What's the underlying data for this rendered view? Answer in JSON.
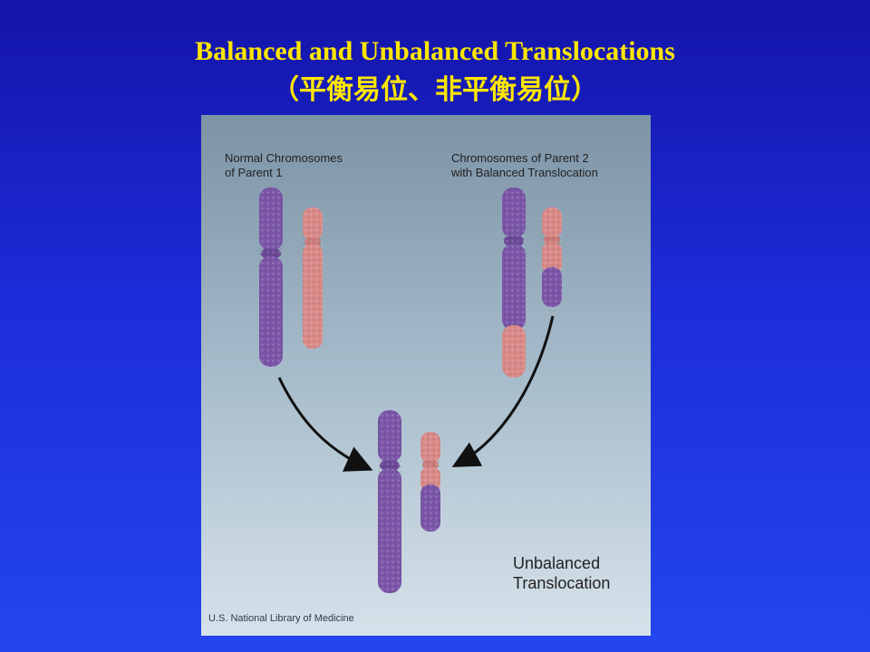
{
  "slide": {
    "title": "Balanced and Unbalanced Translocations",
    "subtitle": "（平衡易位、非平衡易位）"
  },
  "figure": {
    "label_parent1_line1": "Normal Chromosomes",
    "label_parent1_line2": "of Parent 1",
    "label_parent2_line1": "Chromosomes of Parent 2",
    "label_parent2_line2": "with Balanced Translocation",
    "label_result_line1": "Unbalanced",
    "label_result_line2": "Translocation",
    "credit": "U.S. National Library of Medicine"
  },
  "colors": {
    "title": "#ffe600",
    "chromosome_purple": "#7b56a8",
    "chromosome_pink": "#d98a88"
  }
}
